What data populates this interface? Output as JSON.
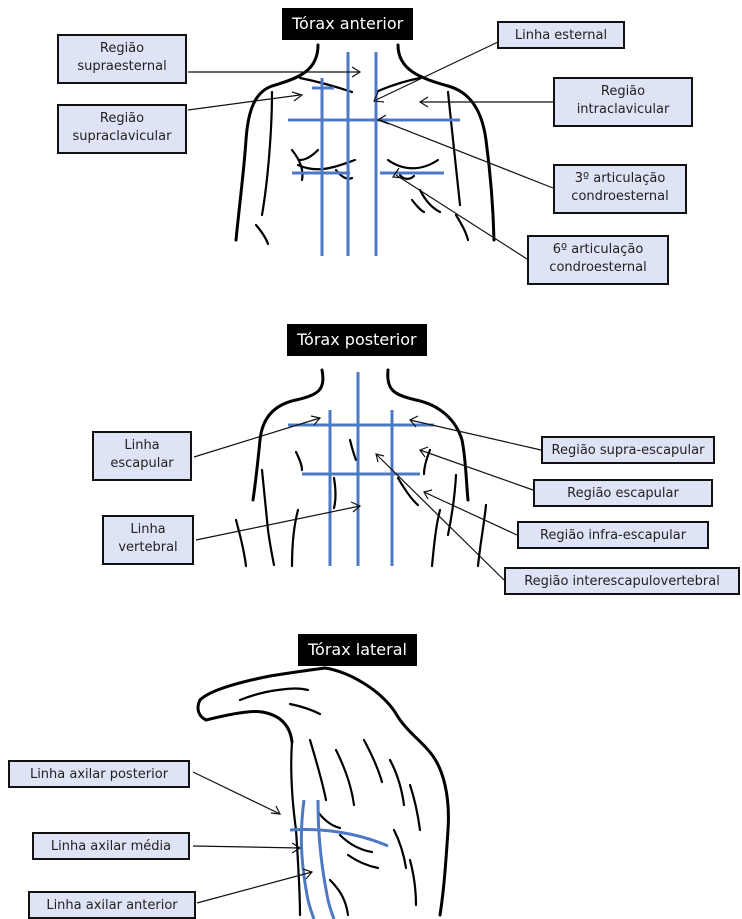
{
  "anterior": {
    "title": "Tórax anterior",
    "labels": {
      "supraesternal": "Região\nsupraesternal",
      "supraclavicular": "Região\nsupraclavicular",
      "linha_esternal": "Linha esternal",
      "intraclavicular": "Região\nintraclavicular",
      "art3": "3º articulação\ncondroesternal",
      "art6": "6º articulação\ncondroesternal"
    }
  },
  "posterior": {
    "title": "Tórax posterior",
    "labels": {
      "linha_escapular": "Linha\nescapular",
      "linha_vertebral": "Linha\nvertebral",
      "supra_escapular": "Região supra-escapular",
      "escapular": "Região escapular",
      "infra_escapular": "Região infra-escapular",
      "interescapulovertebral": "Região interescapulovertebral"
    }
  },
  "lateral": {
    "title": "Tórax lateral",
    "labels": {
      "axilar_posterior": "Linha axilar posterior",
      "axilar_media": "Linha axilar média",
      "axilar_anterior": "Linha axilar anterior"
    }
  },
  "colors": {
    "guide_line": "#4d78c4",
    "label_fill": "#dfe3f6",
    "title_fill": "#000000"
  }
}
